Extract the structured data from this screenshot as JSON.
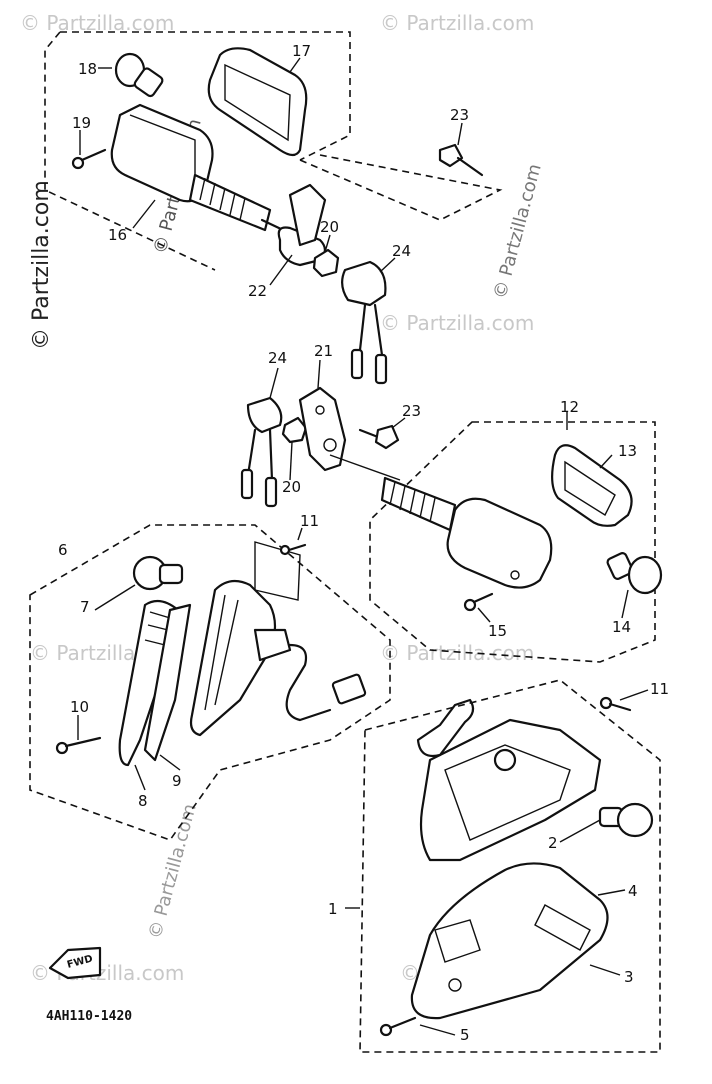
{
  "watermark": {
    "text": "© Partzilla.com",
    "vertical_text": "© Partzilla.com"
  },
  "diagram_code": "4AH110-1420",
  "fwd_label": "FWD",
  "callouts": {
    "c1": "1",
    "c2": "2",
    "c3": "3",
    "c4": "4",
    "c5": "5",
    "c6": "6",
    "c7": "7",
    "c8": "8",
    "c9": "9",
    "c10": "10",
    "c11a": "11",
    "c11b": "11",
    "c12": "12",
    "c13": "13",
    "c14": "14",
    "c15": "15",
    "c16": "16",
    "c17": "17",
    "c18": "18",
    "c19": "19",
    "c20a": "20",
    "c20b": "20",
    "c21": "21",
    "c22": "22",
    "c23a": "23",
    "c23b": "23",
    "c24a": "24",
    "c24b": "24"
  }
}
